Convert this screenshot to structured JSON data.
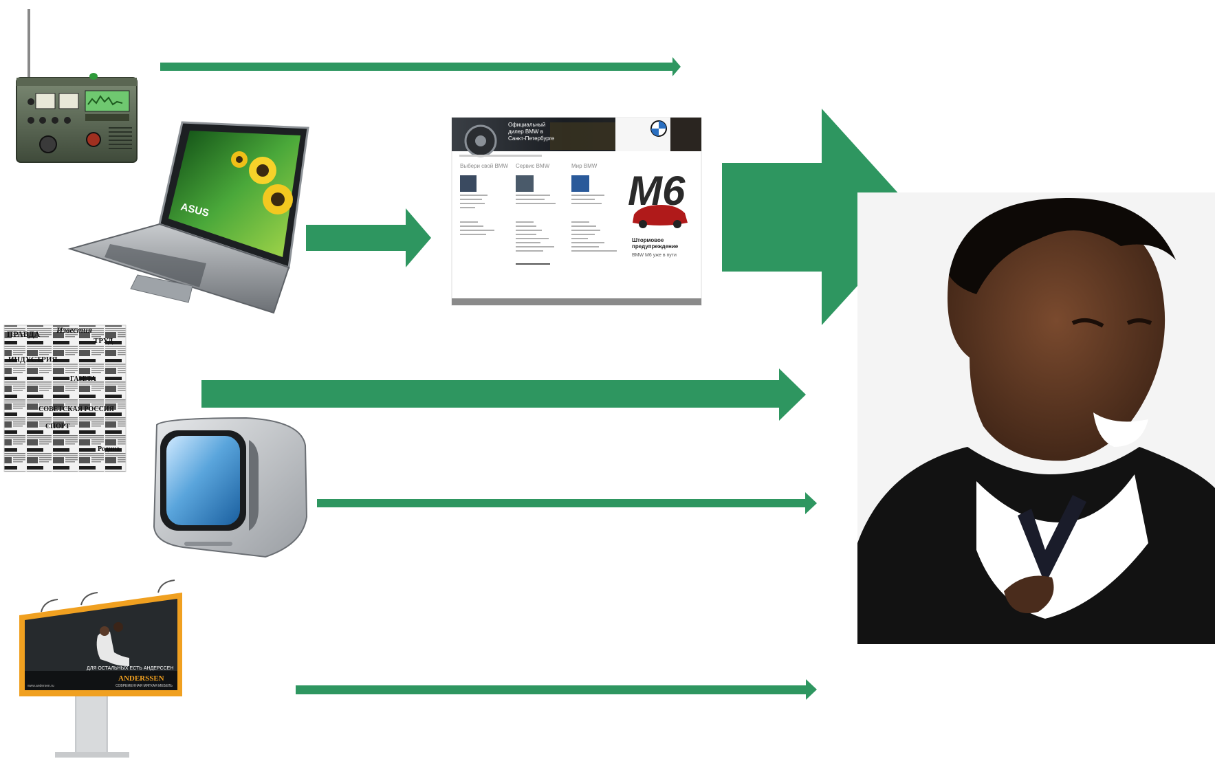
{
  "colors": {
    "arrow": "#2e9660",
    "background": "#ffffff",
    "tv_screen": "#5aa5dc",
    "billboard_frame": "#f0a020",
    "suit": "#121212",
    "skin": "#5a3522"
  },
  "laptop_brand": "ASUS",
  "website": {
    "hero_text": [
      "Официальный",
      "дилер BMW в",
      "Санкт-Петербурге"
    ],
    "columns": [
      "Выбери свой BMW",
      "Сервис BMW",
      "Мир BMW"
    ],
    "promo_model": "M6",
    "promo_text": [
      "Штормовое",
      "предупреждение"
    ],
    "promo_sub": "BMW M6 уже в пути"
  },
  "newspaper_titles": [
    "ПРАВДА",
    "Известия",
    "ТРУД",
    "ИНДУСТРИЯ",
    "СОВЕТСКАЯ РОССИЯ",
    "СПОРТ",
    "ГАЗЕТА",
    "Родина"
  ],
  "billboard": {
    "slogan": "ДЛЯ ОСТАЛЬНЫХ ЕСТЬ АНДЕРССЕН",
    "brand": "ANDERSSEN",
    "sub": "СОВРЕМЕННАЯ МЯГКАЯ МЕБЕЛЬ",
    "url": "www.andersen.ru"
  }
}
